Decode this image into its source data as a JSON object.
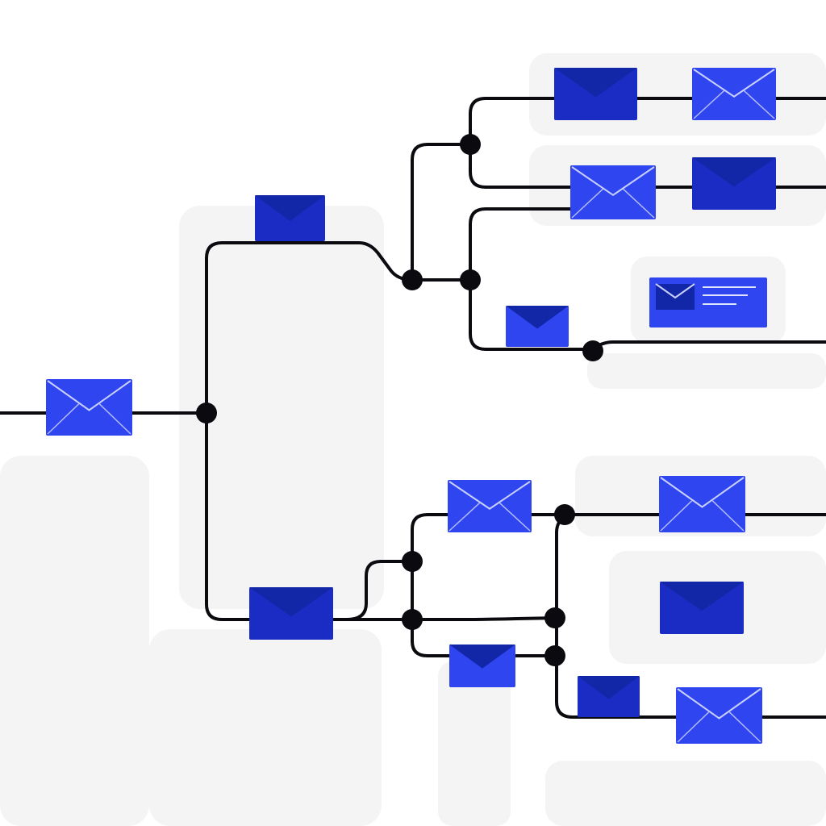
{
  "diagram": {
    "colors": {
      "background": "#ffffff",
      "panel": "#f4f4f5",
      "wire": "#0b0b0f",
      "envelope_bright": "#2f45f0",
      "envelope_dark": "#1a2cc4",
      "envelope_flap": "#1226a8",
      "envelope_line": "#c8d0ff",
      "card_text_lines": "#dfe4ff"
    },
    "envelopes": [
      {
        "id": "env-source",
        "style": "open",
        "shade": "bright"
      },
      {
        "id": "env-branch-upper",
        "style": "sealed",
        "shade": "dark"
      },
      {
        "id": "env-top-1",
        "style": "sealed",
        "shade": "dark"
      },
      {
        "id": "env-top-2",
        "style": "open",
        "shade": "bright"
      },
      {
        "id": "env-row2-1",
        "style": "open",
        "shade": "bright"
      },
      {
        "id": "env-row2-2",
        "style": "sealed",
        "shade": "dark"
      },
      {
        "id": "env-row4",
        "style": "sealed",
        "shade": "bright"
      },
      {
        "id": "env-branch-lower",
        "style": "sealed",
        "shade": "dark"
      },
      {
        "id": "env-lower-1",
        "style": "open",
        "shade": "bright"
      },
      {
        "id": "env-lower-2",
        "style": "sealed",
        "shade": "bright"
      },
      {
        "id": "env-right-1",
        "style": "open",
        "shade": "bright"
      },
      {
        "id": "env-right-2",
        "style": "sealed",
        "shade": "dark"
      },
      {
        "id": "env-bottom-1",
        "style": "sealed",
        "shade": "dark"
      },
      {
        "id": "env-bottom-2",
        "style": "open",
        "shade": "bright"
      }
    ],
    "message_card": {
      "icon": "envelope-icon",
      "text_lines": 3
    }
  }
}
